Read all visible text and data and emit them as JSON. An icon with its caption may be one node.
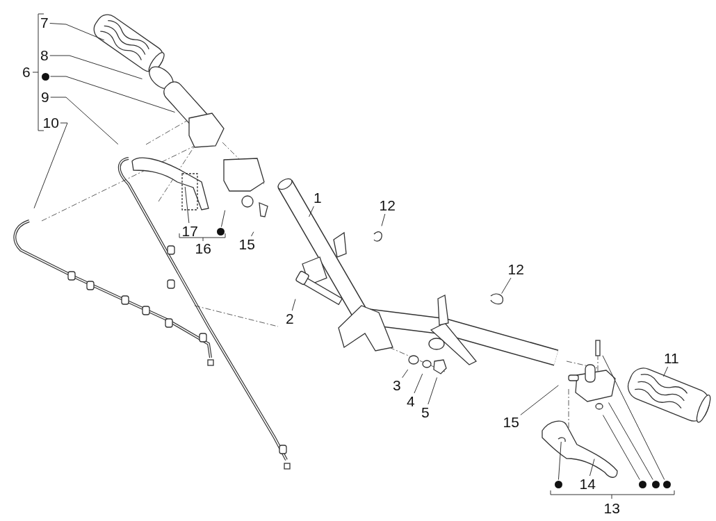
{
  "diagram": {
    "nodes": [
      {
        "text": [
          "7"
        ]
      },
      {
        "text": [
          "8"
        ]
      },
      {
        "text": [
          "6"
        ]
      },
      {
        "text": [],
        "shape": "circle"
      },
      {
        "text": [
          "9"
        ]
      },
      {
        "text": [
          "10"
        ]
      },
      {
        "text": [
          "1"
        ]
      },
      {
        "text": [
          "12"
        ]
      },
      {
        "text": [
          "17"
        ]
      },
      {
        "text": [],
        "shape": "circle"
      },
      {
        "text": [
          "16"
        ]
      },
      {
        "text": [
          "15"
        ]
      },
      {
        "text": [
          "2"
        ]
      },
      {
        "text": [
          "12"
        ]
      },
      {
        "text": [
          "11"
        ]
      },
      {
        "text": [
          "3"
        ]
      },
      {
        "text": [
          "4"
        ]
      },
      {
        "text": [
          "5"
        ]
      },
      {
        "text": [
          "15"
        ]
      },
      {
        "text": [
          "14"
        ]
      },
      {
        "text": [],
        "shape": "circle"
      },
      {
        "text": [],
        "shape": "circle"
      },
      {
        "text": [],
        "shape": "circle"
      },
      {
        "text": [],
        "shape": "circle"
      },
      {
        "text": [
          "13"
        ]
      }
    ],
    "edges": [
      {
        "from": 0,
        "to": null,
        "arrow": "none"
      },
      {
        "from": 1,
        "to": null,
        "arrow": "none"
      },
      {
        "from": 3,
        "to": null,
        "arrow": "none"
      },
      {
        "from": 4,
        "to": null,
        "arrow": "none"
      },
      {
        "from": 5,
        "to": null,
        "arrow": "none"
      },
      {
        "from": 6,
        "to": null,
        "arrow": "none"
      },
      {
        "from": 7,
        "to": null,
        "arrow": "none"
      },
      {
        "from": 8,
        "to": null,
        "arrow": "none"
      },
      {
        "from": 9,
        "to": null,
        "arrow": "none"
      },
      {
        "from": 11,
        "to": null,
        "arrow": "none"
      },
      {
        "from": 12,
        "to": null,
        "arrow": "none"
      },
      {
        "from": 13,
        "to": null,
        "arrow": "none"
      },
      {
        "from": 14,
        "to": null,
        "arrow": "none"
      },
      {
        "from": 15,
        "to": null,
        "arrow": "none"
      },
      {
        "from": 16,
        "to": null,
        "arrow": "none"
      },
      {
        "from": 17,
        "to": null,
        "arrow": "none"
      },
      {
        "from": 18,
        "to": null,
        "arrow": "none"
      },
      {
        "from": 19,
        "to": null,
        "arrow": "none"
      },
      {
        "from": 20,
        "to": null,
        "arrow": "none"
      },
      {
        "from": 21,
        "to": null,
        "arrow": "none"
      },
      {
        "from": 22,
        "to": null,
        "arrow": "none"
      },
      {
        "from": 23,
        "to": null,
        "arrow": "none"
      }
    ]
  }
}
